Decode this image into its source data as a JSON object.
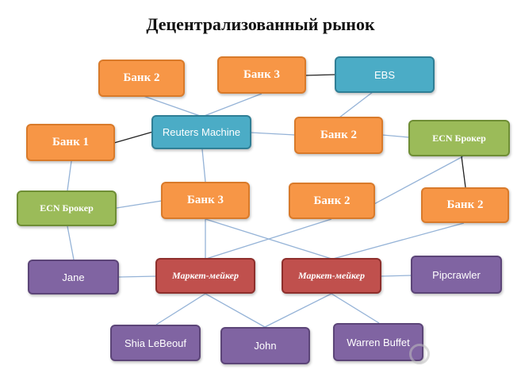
{
  "title": "Децентрализованный рынок",
  "nodes": {
    "bank2_top": "Банк 2",
    "bank3_top": "Банк 3",
    "ebs": "EBS",
    "bank1": "Банк 1",
    "reuters": "Reuters Machine",
    "bank2_mid": "Банк 2",
    "ecn_right": "ECN Брокер",
    "ecn_left": "ECN Брокер",
    "bank3_mid": "Банк 3",
    "bank2_center": "Банк 2",
    "bank2_right": "Банк 2",
    "jane": "Jane",
    "mm_left": "Маркет-мейкер",
    "mm_right": "Маркет-мейкер",
    "pipcrawler": "Pipcrawler",
    "shia": "Shia LeBeouf",
    "john": "John",
    "warren": "Warren Buffet"
  },
  "colors": {
    "bank": "#f79646",
    "platform": "#4bacc6",
    "ecn": "#9bbb59",
    "market_maker": "#c0504d",
    "trader": "#8064a2",
    "edge_light": "#95b3d7",
    "edge_dark": "#222222"
  },
  "watermark_icon": "watermark-logo-icon"
}
